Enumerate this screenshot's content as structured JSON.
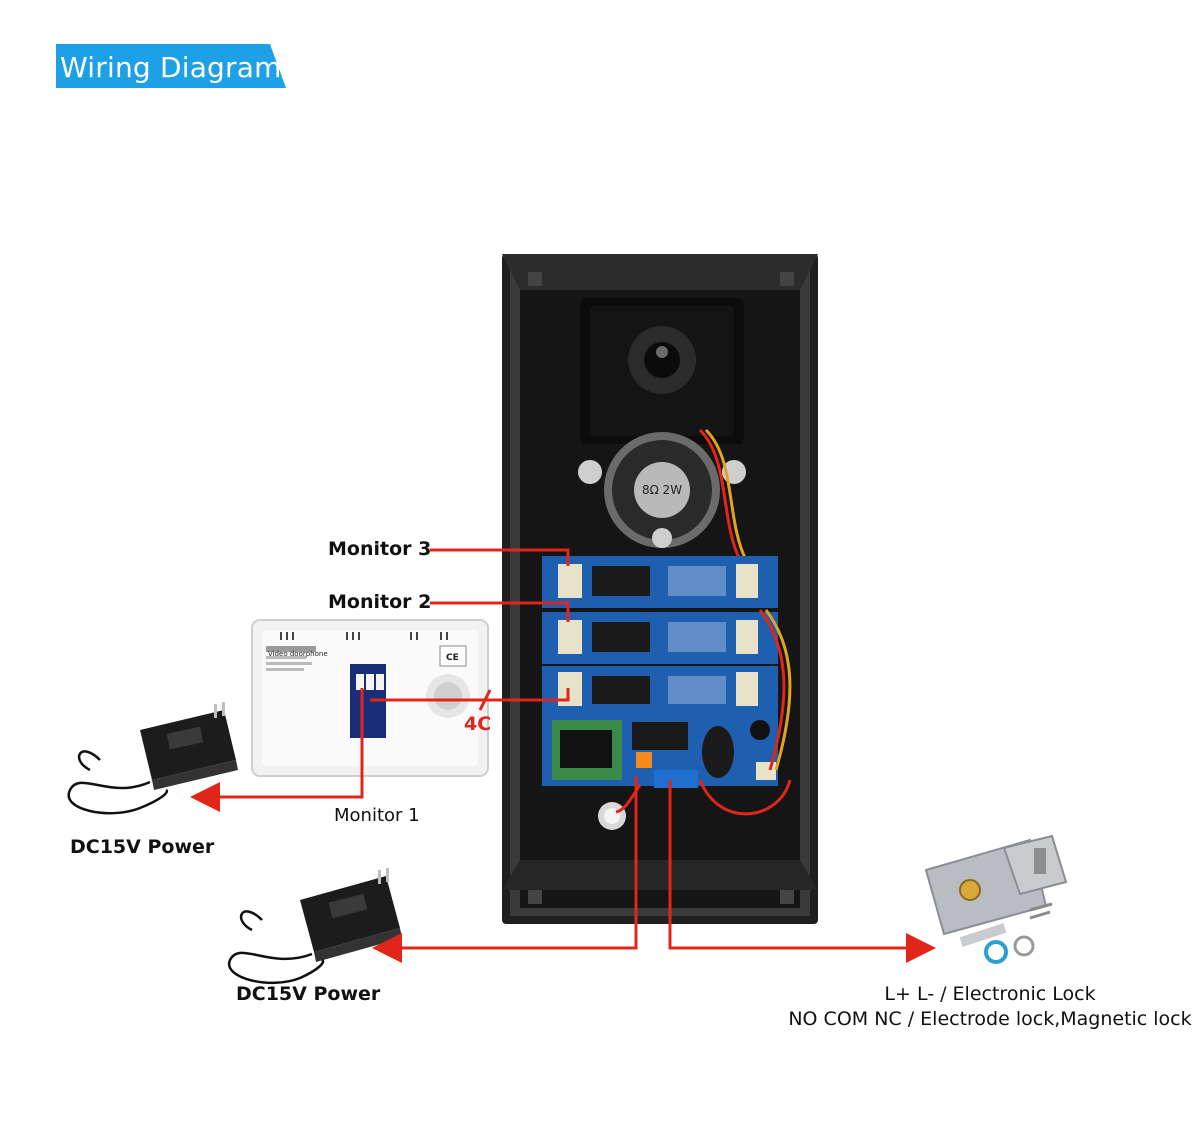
{
  "title": "Wiring Diagram",
  "colors": {
    "banner": "#1ea0e6",
    "wire": "#e0251b",
    "board": "#1f5fb0",
    "housing": "#2a2a2a"
  },
  "labels": {
    "monitor3": "Monitor 3",
    "monitor2": "Monitor 2",
    "monitor1": "Monitor 1",
    "cable_tag": "4C",
    "power_left": "DC15V Power",
    "power_bottom": "DC15V Power",
    "lock_line1": "L+ L- / Electronic Lock",
    "lock_line2": "NO COM NC / Electrode lock,Magnetic lock",
    "speaker": "8Ω 2W"
  },
  "monitor_panel": {
    "brand": "Video doorphone",
    "ce_mark": "CE"
  }
}
